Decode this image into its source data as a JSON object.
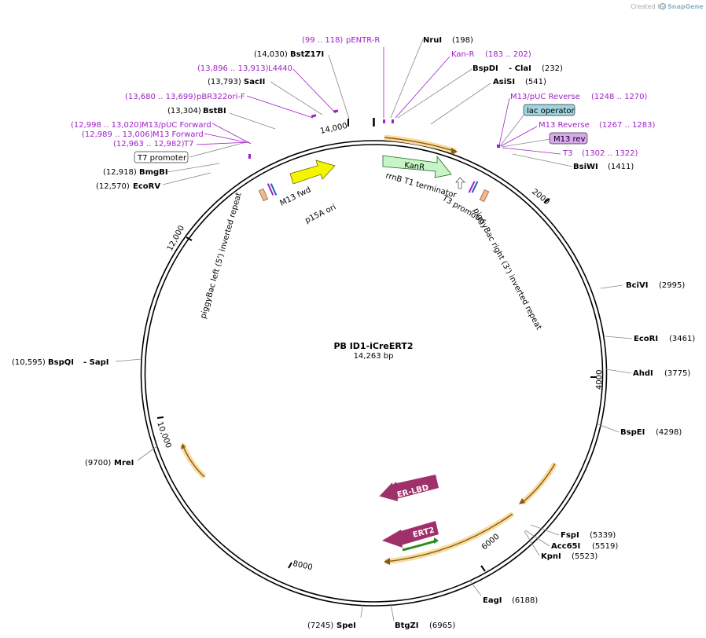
{
  "credit": {
    "text": "Created by",
    "brand": "SnapGene"
  },
  "plasmid": {
    "name": "PB ID1-iCreERT2",
    "length_label": "14,263 bp"
  },
  "tick_labels": [
    "14,000",
    "2000",
    "4000",
    "6000",
    "8000",
    "10,000",
    "12,000"
  ],
  "sites": [
    {
      "name": "NruI",
      "pos": "(198)",
      "pos_first": false
    },
    {
      "name": "BspDI",
      "suffix": "- ClaI",
      "pos": "(232)",
      "pos_first": false
    },
    {
      "name": "AsiSI",
      "pos": "(541)",
      "pos_first": false
    },
    {
      "name": "BsiWI",
      "pos": "(1411)",
      "pos_first": false
    },
    {
      "name": "BciVI",
      "pos": "(2995)",
      "pos_first": false
    },
    {
      "name": "EcoRI",
      "pos": "(3461)",
      "pos_first": false
    },
    {
      "name": "AhdI",
      "pos": "(3775)",
      "pos_first": false
    },
    {
      "name": "BspEI",
      "pos": "(4298)",
      "pos_first": false
    },
    {
      "name": "FspI",
      "pos": "(5339)",
      "pos_first": false
    },
    {
      "name": "Acc65I",
      "pos": "(5519)",
      "pos_first": false
    },
    {
      "name": "KpnI",
      "pos": "(5523)",
      "pos_first": false
    },
    {
      "name": "EagI",
      "pos": "(6188)",
      "pos_first": false
    },
    {
      "name": "BtgZI",
      "pos": "(6965)",
      "pos_first": false
    },
    {
      "name": "SpeI",
      "pos": "(7245)",
      "pos_first": true
    },
    {
      "name": "MreI",
      "pos": "(9700)",
      "pos_first": true
    },
    {
      "name": "BspQI",
      "suffix": "- SapI",
      "pos": "(10,595)",
      "pos_first": true
    },
    {
      "name": "EcoRV",
      "pos": "(12,570)",
      "pos_first": true
    },
    {
      "name": "BmgBI",
      "pos": "(12,918)",
      "pos_first": true
    },
    {
      "name": "BstBI",
      "pos": "(13,304)",
      "pos_first": true
    },
    {
      "name": "SacII",
      "pos": "(13,793)",
      "pos_first": true
    },
    {
      "name": "BstZ17I",
      "pos": "(14,030)",
      "pos_first": true
    }
  ],
  "primers": [
    {
      "name": "pENTR-R",
      "range": "(99 .. 118)",
      "range_first": true
    },
    {
      "name": "Kan-R",
      "range": "(183 .. 202)",
      "range_first": false
    },
    {
      "name": "M13/pUC Reverse",
      "range": "(1248 .. 1270)",
      "range_first": false
    },
    {
      "name": "M13 Reverse",
      "range": "(1267 .. 1283)",
      "range_first": false
    },
    {
      "name": "T3",
      "range": "(1302 .. 1322)",
      "range_first": false
    },
    {
      "name": "L4440",
      "range": "(13,896 .. 13,913)",
      "range_first": true
    },
    {
      "name": "pBR322ori-F",
      "range": "(13,680 .. 13,699)",
      "range_first": true
    },
    {
      "name": "M13/pUC Forward",
      "range": "(12,998 .. 13,020)",
      "range_first": true
    },
    {
      "name": "M13 Forward",
      "range": "(12,989 .. 13,006)",
      "range_first": true
    },
    {
      "name": "T7",
      "range": "(12,963 .. 12,982)",
      "range_first": true
    }
  ],
  "boxed_labels": [
    {
      "name": "lac operator",
      "fill": "#9fd4e0"
    },
    {
      "name": "M13 rev",
      "fill": "#d9a8f0"
    },
    {
      "name": "T7 promoter",
      "fill": "#ffffff"
    }
  ],
  "features": {
    "kanr": {
      "name": "KanR",
      "color": "#c8f5c8"
    },
    "p15a": {
      "name": "p15A ori",
      "color": "#f5f500"
    },
    "m13fwd": {
      "name": "M13 fwd"
    },
    "rrnb": {
      "name": "rrnB T1 terminator"
    },
    "t3promoter": {
      "name": "T3 promoter"
    },
    "pbright": {
      "name": "piggyBac right (3') inverted repeat"
    },
    "pbleft": {
      "name": "piggyBac left (5') inverted repeat"
    },
    "erlbd": {
      "name": "ER-LBD",
      "color": "#a0306a"
    },
    "ert2": {
      "name": "ERT2",
      "color": "#a0306a"
    }
  },
  "colors": {
    "primer": "#a020c8",
    "orf": "#f0c060",
    "backbone": "#000000"
  }
}
